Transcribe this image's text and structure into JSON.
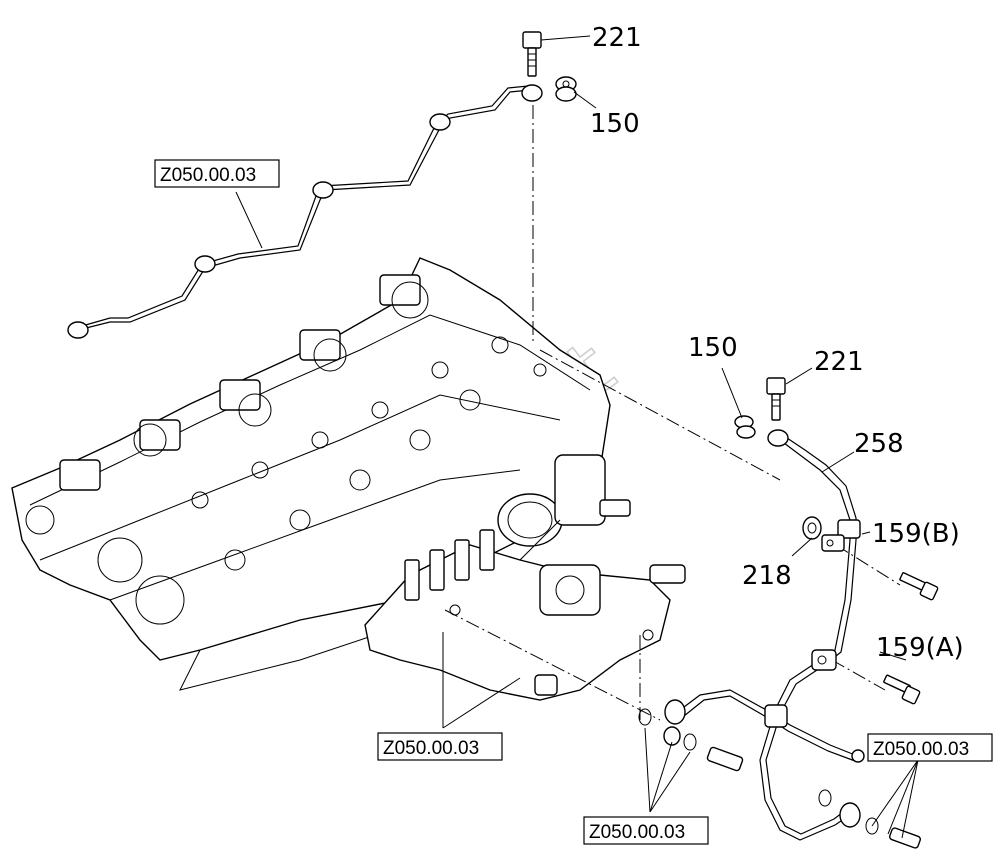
{
  "labels": {
    "bolt_top": "221",
    "washer_top": "150",
    "washer_right": "150",
    "bolt_right": "221",
    "pipe_258": "258",
    "part_218": "218",
    "bolt_159b": "159(B)",
    "bolt_159a": "159(A)"
  },
  "refs": {
    "ref_upper_left": "Z050.00.03",
    "ref_bottom_left": "Z050.00.03",
    "ref_bottom_center": "Z050.00.03",
    "ref_right": "Z050.00.03"
  },
  "watermark": "soft"
}
